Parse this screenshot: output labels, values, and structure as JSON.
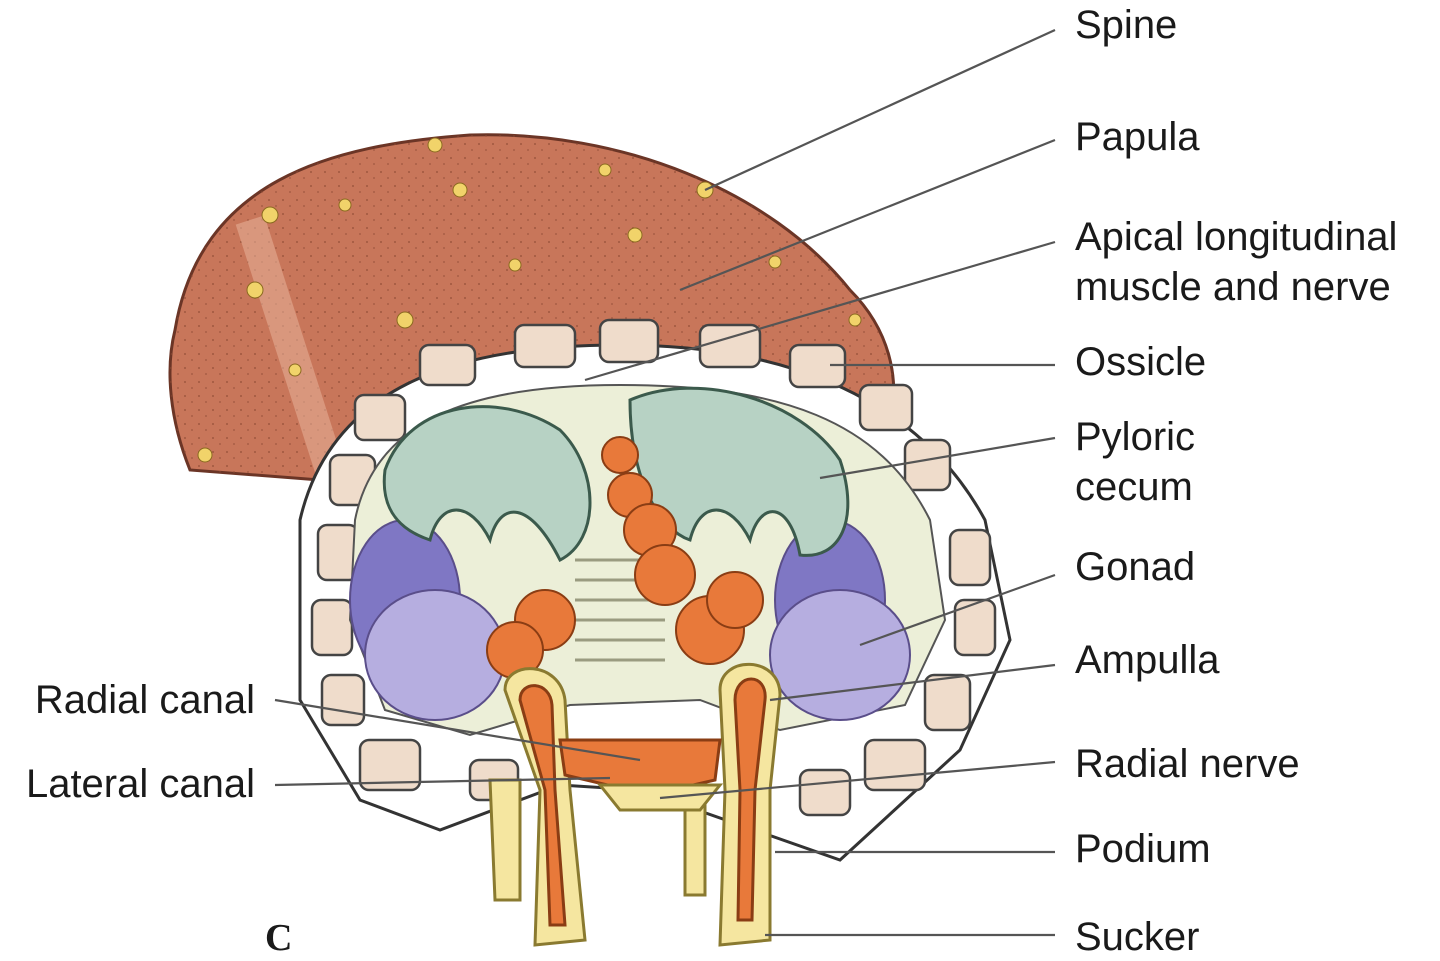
{
  "panel_letter": "C",
  "labels": {
    "spine": "Spine",
    "papula": "Papula",
    "apical_line1": "Apical longitudinal",
    "apical_line2": "muscle and nerve",
    "ossicle": "Ossicle",
    "pyloric_line1": "Pyloric",
    "pyloric_line2": "cecum",
    "gonad": "Gonad",
    "ampulla": "Ampulla",
    "radial_nerve": "Radial nerve",
    "podium": "Podium",
    "sucker": "Sucker",
    "radial_canal": "Radial canal",
    "lateral_canal": "Lateral canal"
  },
  "colors": {
    "body_wall": "#c8765a",
    "ossicle": "#efdccb",
    "cecum": "#b7d2c4",
    "gonad": "#b6aee0",
    "ampulla": "#e8793a",
    "podium": "#f5e6a0",
    "leader": "#555555"
  }
}
